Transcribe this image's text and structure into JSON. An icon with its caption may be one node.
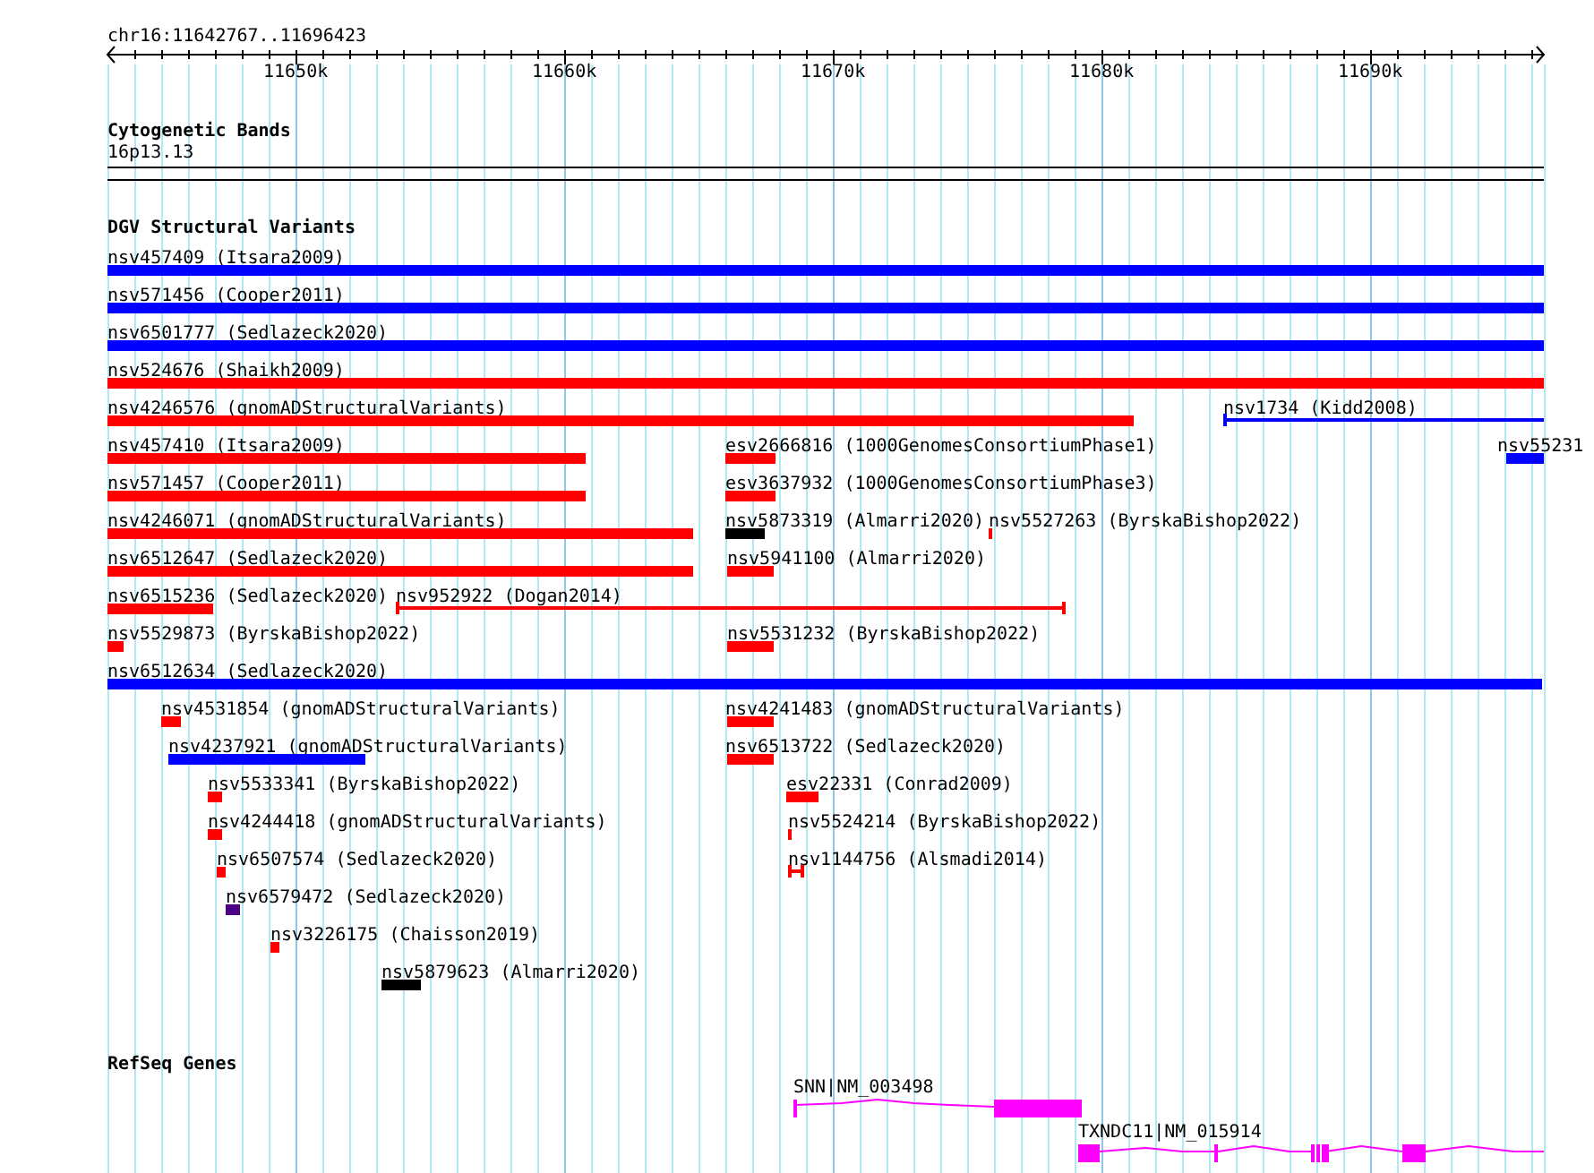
{
  "diagram": {
    "nodes": [
      {
        "text": [
          "nsv457409 (Itsara2009)"
        ]
      },
      {
        "text": [
          "nsv571456 (Cooper2011)"
        ]
      },
      {
        "text": [
          "nsv6501777 (Sedlazeck2020)"
        ]
      },
      {
        "text": [
          "nsv524676 (Shaikh2009)"
        ]
      },
      {
        "text": [
          "nsv4246576 (gnomADStructuralVariants)"
        ]
      },
      {
        "text": [
          "nsv1734 (Kidd2008)"
        ]
      },
      {
        "text": [
          "nsv457410 (Itsara2009)"
        ]
      },
      {
        "text": [
          "esv2666816 (1000GenomesConsortiumPhase1)"
        ]
      },
      {
        "text": [
          "nsv55231"
        ]
      },
      {
        "text": [
          "nsv571457 (Cooper2011)"
        ]
      },
      {
        "text": [
          "esv3637932 (1000GenomesConsortiumPhase3)"
        ]
      },
      {
        "text": [
          "nsv4246071 (gnomADStructuralVariants)"
        ]
      },
      {
        "text": [
          "nsv5873319 (Almarri2020)"
        ]
      },
      {
        "text": [
          "nsv5527263 (ByrskaBishop2022)"
        ]
      },
      {
        "text": [
          "nsv6512647 (Sedlazeck2020)"
        ]
      },
      {
        "text": [
          "nsv5941100 (Almarri2020)"
        ]
      },
      {
        "text": [
          "nsv6515236 (Sedlazeck2020)"
        ]
      },
      {
        "text": [
          "nsv952922 (Dogan2014)"
        ]
      },
      {
        "text": [
          "nsv5529873 (ByrskaBishop2022)"
        ]
      },
      {
        "text": [
          "nsv5531232 (ByrskaBishop2022)"
        ]
      },
      {
        "text": [
          "nsv6512634 (Sedlazeck2020)"
        ]
      },
      {
        "text": [
          "nsv4531854 (gnomADStructuralVariants)"
        ]
      },
      {
        "text": [
          "nsv4241483 (gnomADStructuralVariants)"
        ]
      },
      {
        "text": [
          "nsv4237921 (gnomADStructuralVariants)"
        ]
      },
      {
        "text": [
          "nsv6513722 (Sedlazeck2020)"
        ]
      },
      {
        "text": [
          "nsv5533341 (ByrskaBishop2022)"
        ]
      },
      {
        "text": [
          "esv22331 (Conrad2009)"
        ]
      },
      {
        "text": [
          "nsv4244418 (gnomADStructuralVariants)"
        ]
      },
      {
        "text": [
          "nsv5524214 (ByrskaBishop2022)"
        ]
      },
      {
        "text": [
          "nsv6507574 (Sedlazeck2020)"
        ]
      },
      {
        "text": [
          "nsv1144756 (Alsmadi2014)"
        ]
      },
      {
        "text": [
          "nsv6579472 (Sedlazeck2020)"
        ]
      },
      {
        "text": [
          "nsv3226175 (Chaisson2019)"
        ]
      },
      {
        "text": [
          "nsv5879623 (Almarri2020)"
        ]
      },
      {
        "text": [
          "SNN|NM_003498"
        ]
      },
      {
        "text": [
          "TXNDC11|NM_015914"
        ]
      }
    ],
    "labels": [
      "chr16:11642767..11696423",
      "11650k",
      "11660k",
      "11670k",
      "11680k",
      "11690k",
      "Cytogenetic Bands",
      "16p13.13",
      "DGV Structural Variants",
      "RefSeq Genes"
    ]
  }
}
